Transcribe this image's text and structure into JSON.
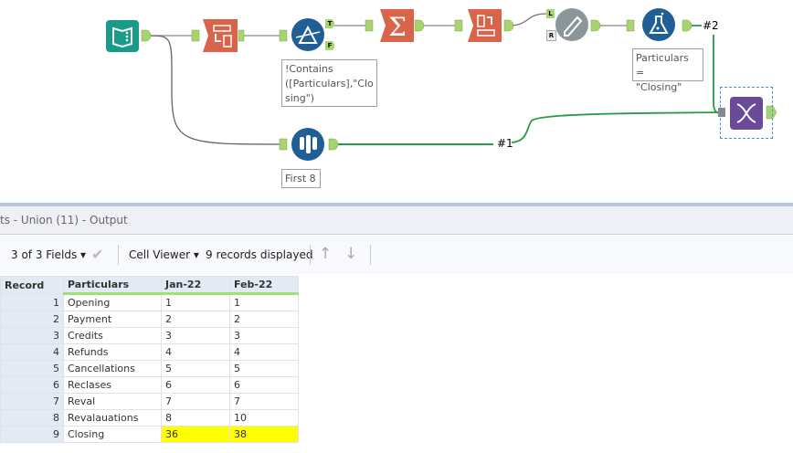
{
  "canvas": {
    "filter_annotation": "!Contains\n([Particulars],\"Clo\nsing\")",
    "sample_annotation": "First 8",
    "formula_annotation": "Particulars =\n\"Closing\"",
    "conn_label_1": "#1",
    "conn_label_2": "#2",
    "port_true": "T",
    "port_false": "F",
    "port_left": "L",
    "port_right": "R"
  },
  "output": {
    "title": "ts - Union (11) - Output"
  },
  "toolbar": {
    "fields": "3 of 3 Fields",
    "viewer": "Cell Viewer",
    "records": "9 records displayed"
  },
  "table": {
    "headers": [
      "Record",
      "Particulars",
      "Jan-22",
      "Feb-22"
    ],
    "rows": [
      [
        "1",
        "Opening",
        "1",
        "1"
      ],
      [
        "2",
        "Payment",
        "2",
        "2"
      ],
      [
        "3",
        "Credits",
        "3",
        "3"
      ],
      [
        "4",
        "Refunds",
        "4",
        "4"
      ],
      [
        "5",
        "Cancellations",
        "5",
        "5"
      ],
      [
        "6",
        "Reclases",
        "6",
        "6"
      ],
      [
        "7",
        "Reval",
        "7",
        "7"
      ],
      [
        "8",
        "Revalauations",
        "8",
        "10"
      ],
      [
        "9",
        "Closing",
        "36",
        "38"
      ]
    ]
  },
  "colors": {
    "highlight": "#ffff00",
    "anchor": "#a8d46f",
    "input": "#1a9b8a",
    "prep": "#d9644a",
    "blue": "#1f5f95",
    "union": "#6b4a9a"
  }
}
